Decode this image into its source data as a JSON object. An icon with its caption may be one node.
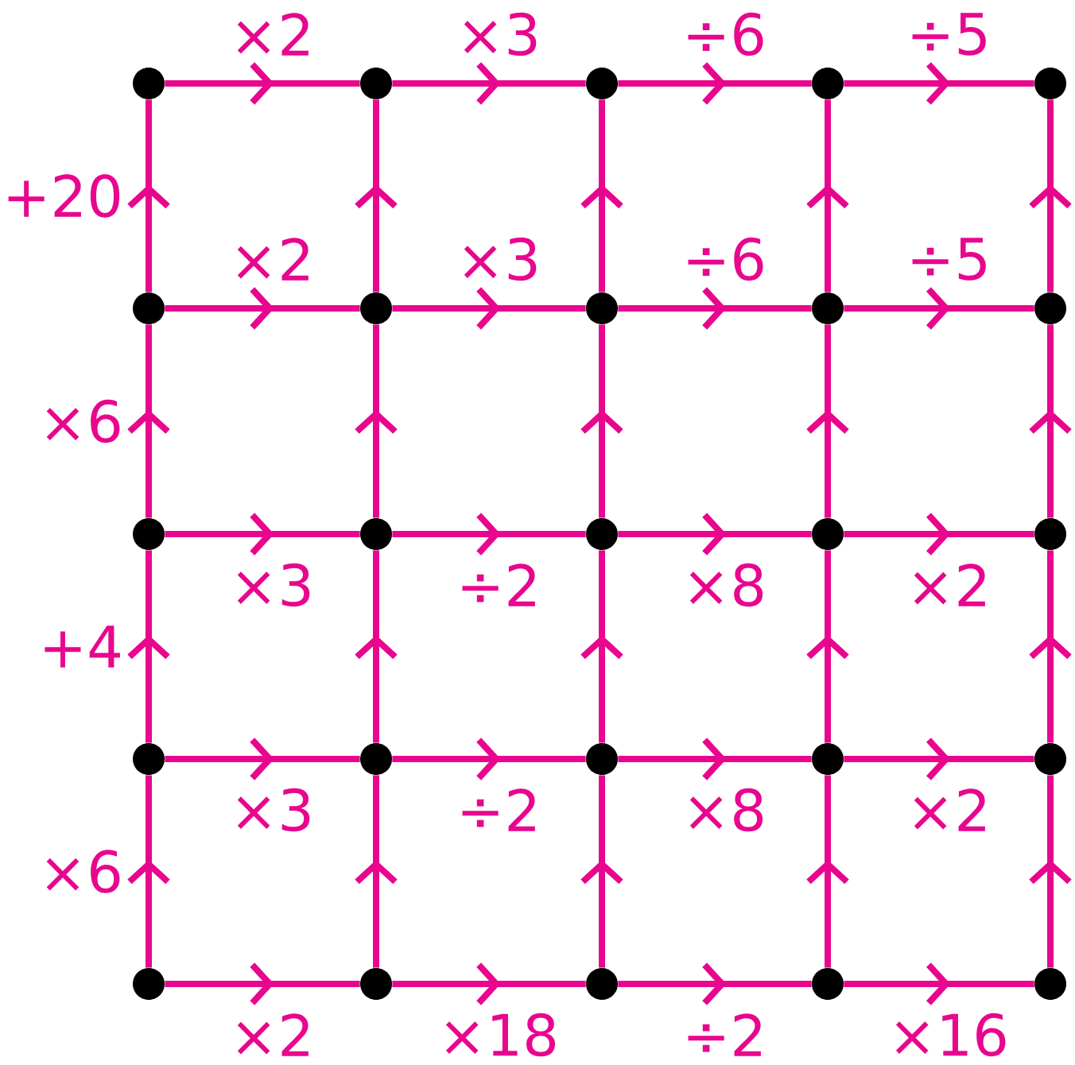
{
  "diagram": {
    "nodes": [
      {
        "text": [],
        "shape": "circle"
      },
      {
        "text": [],
        "shape": "circle"
      },
      {
        "text": [],
        "shape": "circle"
      },
      {
        "text": [],
        "shape": "circle"
      },
      {
        "text": [],
        "shape": "circle"
      },
      {
        "text": [],
        "shape": "circle"
      },
      {
        "text": [],
        "shape": "circle"
      },
      {
        "text": [],
        "shape": "circle"
      },
      {
        "text": [],
        "shape": "circle"
      },
      {
        "text": [],
        "shape": "circle"
      },
      {
        "text": [],
        "shape": "circle"
      },
      {
        "text": [],
        "shape": "circle"
      },
      {
        "text": [],
        "shape": "circle"
      },
      {
        "text": [],
        "shape": "circle"
      },
      {
        "text": [],
        "shape": "circle"
      },
      {
        "text": [],
        "shape": "circle"
      },
      {
        "text": [],
        "shape": "circle"
      },
      {
        "text": [],
        "shape": "circle"
      },
      {
        "text": [],
        "shape": "circle"
      },
      {
        "text": [],
        "shape": "circle"
      },
      {
        "text": [],
        "shape": "circle"
      },
      {
        "text": [],
        "shape": "circle"
      },
      {
        "text": [],
        "shape": "circle"
      },
      {
        "text": [],
        "shape": "circle"
      },
      {
        "text": [],
        "shape": "circle"
      }
    ],
    "edges": [
      {
        "from": 0,
        "to": 1,
        "arrow": "to",
        "label": "×2"
      },
      {
        "from": 1,
        "to": 2,
        "arrow": "to",
        "label": "×3"
      },
      {
        "from": 2,
        "to": 3,
        "arrow": "to",
        "label": "÷6"
      },
      {
        "from": 3,
        "to": 4,
        "arrow": "to",
        "label": "÷5"
      },
      {
        "from": 5,
        "to": 6,
        "arrow": "to",
        "label": "×2"
      },
      {
        "from": 6,
        "to": 7,
        "arrow": "to",
        "label": "×3"
      },
      {
        "from": 7,
        "to": 8,
        "arrow": "to",
        "label": "÷6"
      },
      {
        "from": 8,
        "to": 9,
        "arrow": "to",
        "label": "÷5"
      },
      {
        "from": 10,
        "to": 11,
        "arrow": "to",
        "label": "×3"
      },
      {
        "from": 11,
        "to": 12,
        "arrow": "to",
        "label": "÷2"
      },
      {
        "from": 12,
        "to": 13,
        "arrow": "to",
        "label": "×8"
      },
      {
        "from": 13,
        "to": 14,
        "arrow": "to",
        "label": "×2"
      },
      {
        "from": 15,
        "to": 16,
        "arrow": "to",
        "label": "×3"
      },
      {
        "from": 16,
        "to": 17,
        "arrow": "to",
        "label": "÷2"
      },
      {
        "from": 17,
        "to": 18,
        "arrow": "to",
        "label": "×8"
      },
      {
        "from": 18,
        "to": 19,
        "arrow": "to",
        "label": "×2"
      },
      {
        "from": 20,
        "to": 21,
        "arrow": "to",
        "label": "×2"
      },
      {
        "from": 21,
        "to": 22,
        "arrow": "to",
        "label": "×18"
      },
      {
        "from": 22,
        "to": 23,
        "arrow": "to",
        "label": "÷2"
      },
      {
        "from": 23,
        "to": 24,
        "arrow": "to",
        "label": "×16"
      },
      {
        "from": 5,
        "to": 0,
        "arrow": "to",
        "label": "+20"
      },
      {
        "from": 6,
        "to": 1,
        "arrow": "to"
      },
      {
        "from": 7,
        "to": 2,
        "arrow": "to"
      },
      {
        "from": 8,
        "to": 3,
        "arrow": "to"
      },
      {
        "from": 9,
        "to": 4,
        "arrow": "to"
      },
      {
        "from": 10,
        "to": 5,
        "arrow": "to",
        "label": "×6"
      },
      {
        "from": 11,
        "to": 6,
        "arrow": "to"
      },
      {
        "from": 12,
        "to": 7,
        "arrow": "to"
      },
      {
        "from": 13,
        "to": 8,
        "arrow": "to"
      },
      {
        "from": 14,
        "to": 9,
        "arrow": "to"
      },
      {
        "from": 15,
        "to": 10,
        "arrow": "to",
        "label": "+4"
      },
      {
        "from": 16,
        "to": 11,
        "arrow": "to"
      },
      {
        "from": 17,
        "to": 12,
        "arrow": "to"
      },
      {
        "from": 18,
        "to": 13,
        "arrow": "to"
      },
      {
        "from": 19,
        "to": 14,
        "arrow": "to"
      },
      {
        "from": 20,
        "to": 15,
        "arrow": "to",
        "label": "×6"
      },
      {
        "from": 21,
        "to": 16,
        "arrow": "to"
      },
      {
        "from": 22,
        "to": 17,
        "arrow": "to"
      },
      {
        "from": 23,
        "to": 18,
        "arrow": "to"
      },
      {
        "from": 24,
        "to": 19,
        "arrow": "to"
      }
    ]
  }
}
